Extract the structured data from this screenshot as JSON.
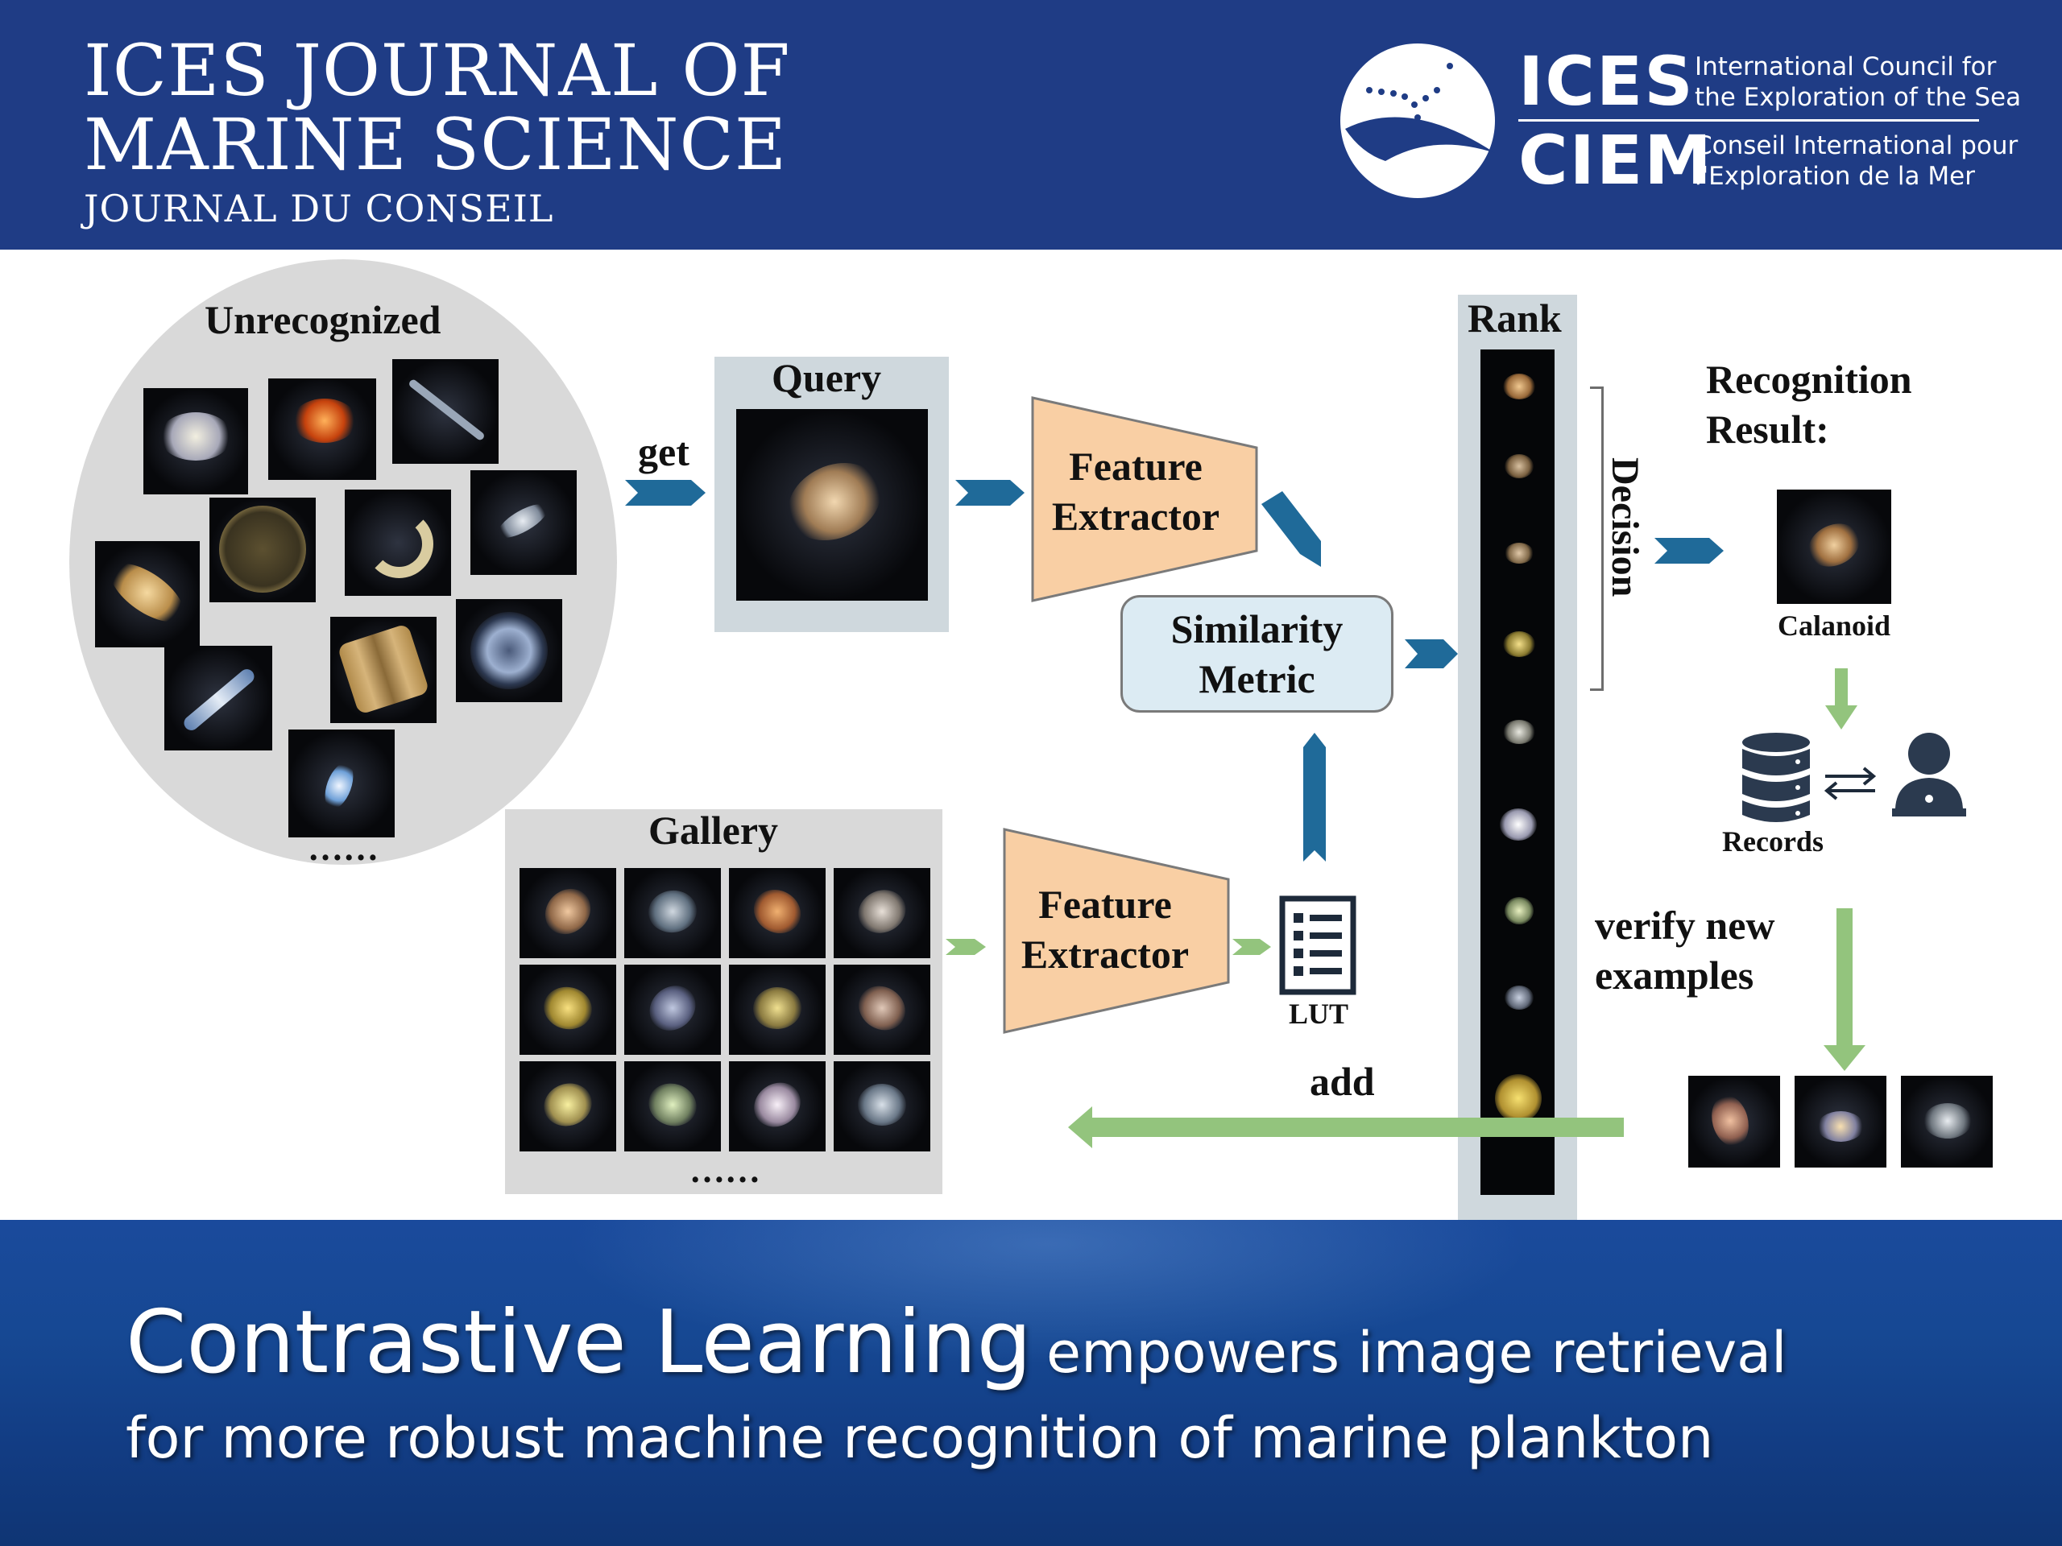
{
  "header": {
    "journal_title_line1": "ICES JOURNAL OF",
    "journal_title_line2": "MARINE SCIENCE",
    "journal_subtitle": "JOURNAL DU CONSEIL",
    "org_code_en": "ICES",
    "org_code_fr": "CIEM",
    "org_name_en_line1": "International Council for",
    "org_name_en_line2": "the Exploration of the Sea",
    "org_name_fr_line1": "Conseil International pour",
    "org_name_fr_line2": "l'Exploration de la Mer",
    "background_color": "#1f3c85"
  },
  "diagram": {
    "unrecognized_label": "Unrecognized",
    "unrecognized_ellipsis": "……",
    "get_label": "get",
    "query_label": "Query",
    "feature_extractor_top": {
      "line1": "Feature",
      "line2": "Extractor"
    },
    "feature_extractor_bottom": {
      "line1": "Feature",
      "line2": "Extractor"
    },
    "similarity_metric": {
      "line1": "Similarity",
      "line2": "Metric"
    },
    "gallery_label": "Gallery",
    "gallery_ellipsis": "……",
    "lut_label": "LUT",
    "rank_label": "Rank",
    "rank_ellipsis": "…",
    "decision_label": "Decision",
    "recognition_result": {
      "line1": "Recognition",
      "line2": "Result:"
    },
    "result_class": "Calanoid",
    "records_label": "Records",
    "verify_label": {
      "line1": "verify new",
      "line2": "examples"
    },
    "add_label": "add",
    "colors": {
      "blue_arrow": "#1f6a99",
      "green_arrow": "#93c47d",
      "feature_extractor_fill": "#f9cfa4",
      "similarity_fill": "#dcebf3",
      "panel_gray": "#d9d9d9",
      "panel_blue_gray": "#cfd8dd"
    }
  },
  "footer": {
    "headline_big": "Contrastive Learning",
    "headline_small": "empowers image retrieval",
    "line2": "for more robust machine recognition of marine plankton"
  }
}
